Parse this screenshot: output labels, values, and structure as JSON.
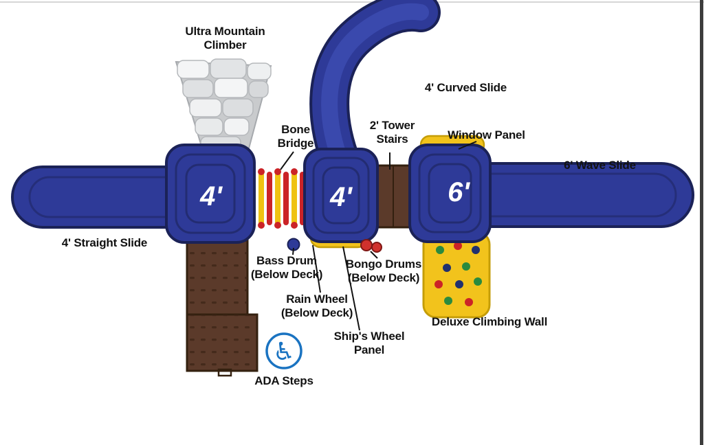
{
  "labels": {
    "ultra_mountain_climber": {
      "line1": "Ultra Mountain",
      "line2": "Climber"
    },
    "curved_slide": "4' Curved Slide",
    "wave_slide": "6' Wave Slide",
    "straight_slide": "4' Straight Slide",
    "bone_bridge": {
      "line1": "Bone",
      "line2": "Bridge"
    },
    "tower_stairs": {
      "line1": "2' Tower",
      "line2": "Stairs"
    },
    "window_panel": "Window Panel",
    "bass_drum": {
      "line1": "Bass Drum",
      "line2": "(Below Deck)"
    },
    "bongo_drums": {
      "line1": "Bongo Drums",
      "line2": "(Below Deck)"
    },
    "rain_wheel": {
      "line1": "Rain Wheel",
      "line2": "(Below Deck)"
    },
    "ships_wheel": {
      "line1": "Ship's Wheel",
      "line2": "Panel"
    },
    "deluxe_climbing_wall": "Deluxe Climbing Wall",
    "ada_steps": "ADA Steps"
  },
  "decks": {
    "left": "4'",
    "center": "4'",
    "right": "6'"
  },
  "icons": {
    "ada_wheelchair": "♿"
  },
  "colors": {
    "deck_blue": "#2e3a98",
    "outline_navy": "#1b2257",
    "inner_navy": "#232c72",
    "wood_brown": "#5b3a2a",
    "wood_dark": "#33200f",
    "panel_yellow": "#f2c31c",
    "yellow_edge": "#c59d08",
    "bridge_red": "#cb2327",
    "rock_grey": "#d9dadc",
    "hold_green": "#2a8a3e",
    "hold_navy": "#21306f",
    "ada_blue": "#1a73c1",
    "label_black": "#121212"
  }
}
